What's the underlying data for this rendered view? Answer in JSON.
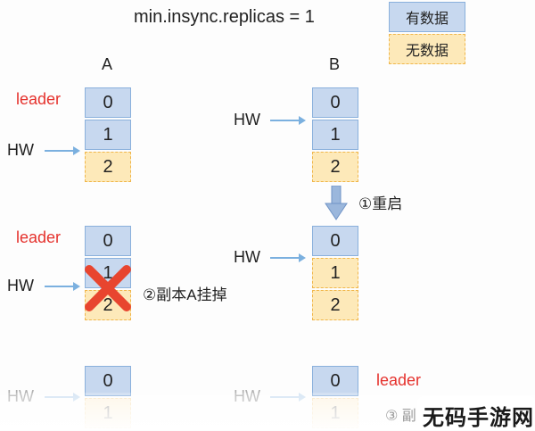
{
  "title": "min.insync.replicas = 1",
  "legend": {
    "has_data": "有数据",
    "no_data": "无数据"
  },
  "labels": {
    "replica_a": "A",
    "replica_b": "B",
    "leader": "leader",
    "hw": "HW"
  },
  "steps": {
    "restart": "①重启",
    "crash": "②副本A挂掉",
    "step3": "③ 副"
  },
  "cells": {
    "c0": "0",
    "c1": "1",
    "c2": "2"
  },
  "colors": {
    "has_data": "#c7d8ef",
    "no_data": "#fde9b9",
    "leader_red": "#e5322d",
    "arrow": "#7bb0df",
    "cross": "#e8452f"
  },
  "watermark": "无码手游网"
}
